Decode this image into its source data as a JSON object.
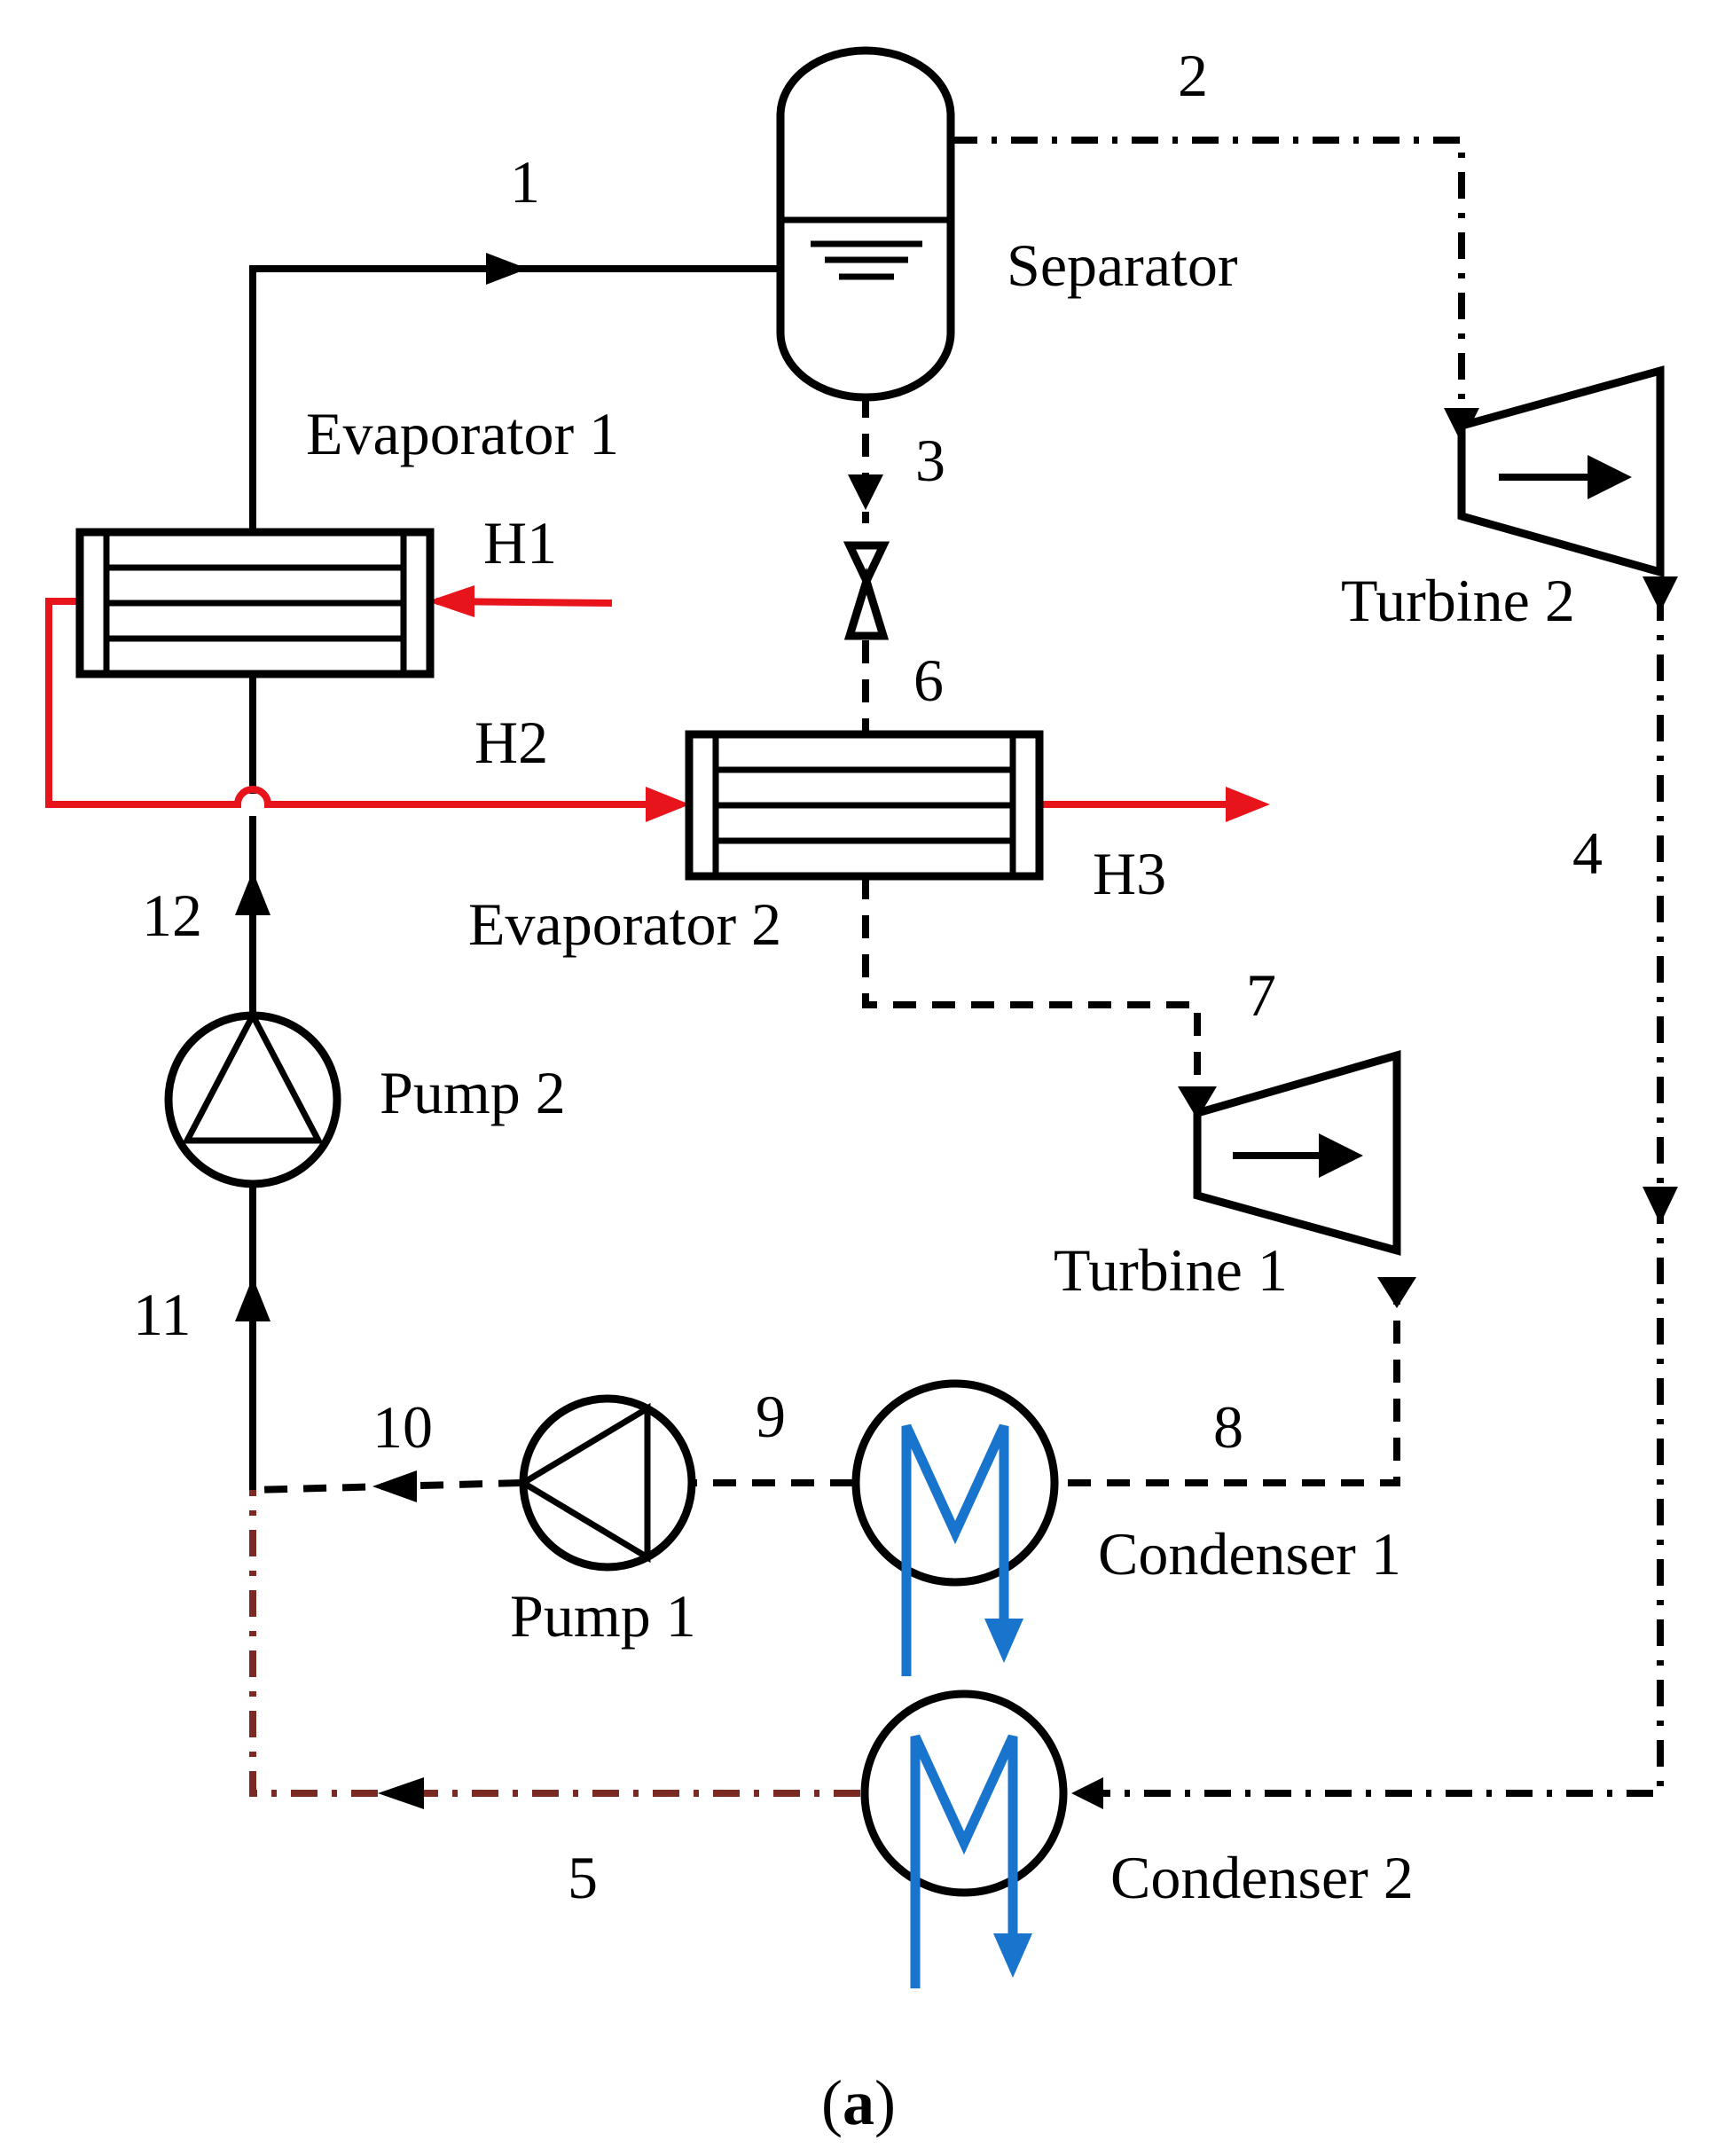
{
  "caption": {
    "open": "(",
    "letter": "a",
    "close": ")"
  },
  "components": {
    "separator": "Separator",
    "evaporator1": "Evaporator 1",
    "evaporator2": "Evaporator 2",
    "turbine1": "Turbine 1",
    "turbine2": "Turbine 2",
    "pump1": "Pump 1",
    "pump2": "Pump 2",
    "condenser1": "Condenser 1",
    "condenser2": "Condenser 2"
  },
  "states": {
    "s1": "1",
    "s2": "2",
    "s3": "3",
    "s4": "4",
    "s5": "5",
    "s6": "6",
    "s7": "7",
    "s8": "8",
    "s9": "9",
    "s10": "10",
    "s11": "11",
    "s12": "12"
  },
  "heat_streams": {
    "h1": "H1",
    "h2": "H2",
    "h3": "H3"
  },
  "colors": {
    "working_fluid": "#000000",
    "heat_source": "#e8141b",
    "cooling_water": "#1874cd",
    "mixed_return": "#7a2a22"
  },
  "line_styles": {
    "high_pressure": "solid",
    "low_pressure_loop": "dashed",
    "vapor_loop": "dash-dot"
  }
}
